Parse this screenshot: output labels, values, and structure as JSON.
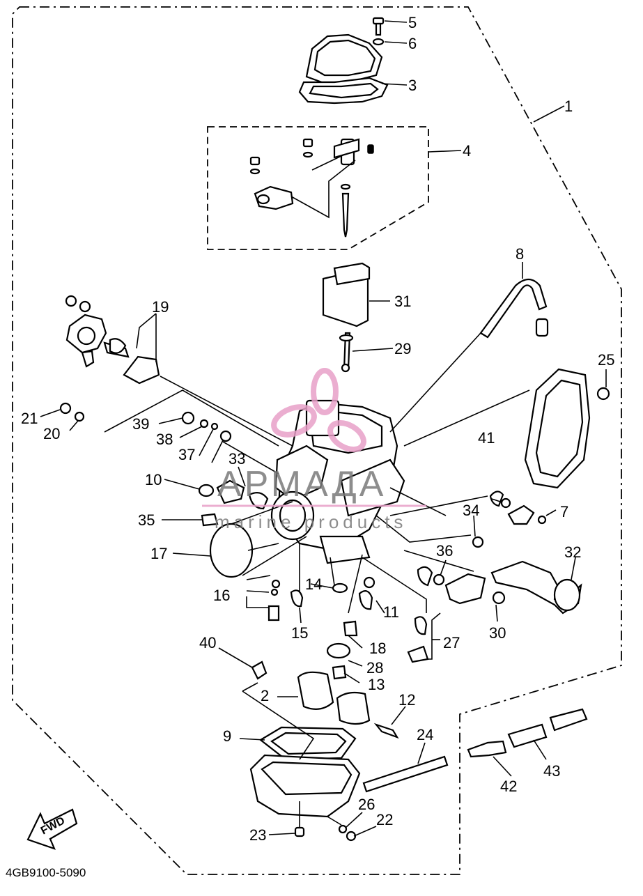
{
  "diagram": {
    "part_code": "4GB9100-5090",
    "fwd_label": "FWD",
    "callouts": [
      "1",
      "2",
      "3",
      "4",
      "5",
      "6",
      "7",
      "8",
      "9",
      "10",
      "11",
      "12",
      "13",
      "14",
      "15",
      "16",
      "17",
      "18",
      "19",
      "20",
      "21",
      "22",
      "23",
      "24",
      "25",
      "26",
      "27",
      "28",
      "29",
      "30",
      "31",
      "32",
      "33",
      "34",
      "35",
      "36",
      "37",
      "38",
      "39",
      "40",
      "41",
      "42",
      "43"
    ],
    "watermark": {
      "brand": "АРМАДА",
      "tagline": "marine products"
    },
    "colors": {
      "line": "#000000",
      "background": "#ffffff",
      "watermark_pink": "#e8a0c8",
      "watermark_gray": "#7a7a7a"
    }
  }
}
